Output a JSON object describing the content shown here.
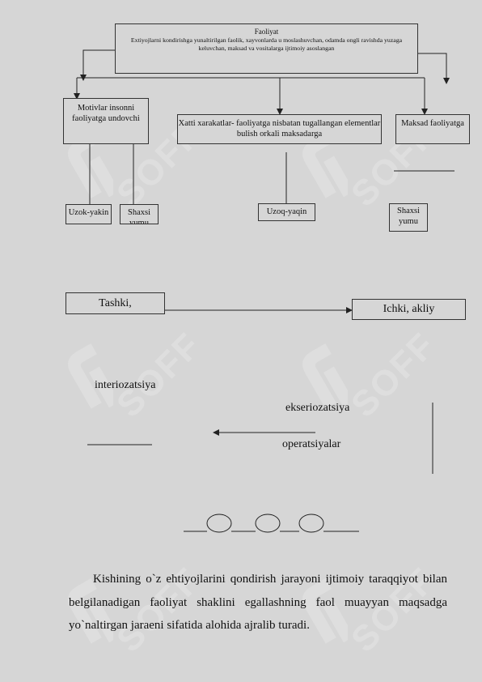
{
  "diagram": {
    "top_box": {
      "title": "Faoliyat",
      "text": "Extiyojlarni  kondirishga  yunaltirilgan faolik, xayvonlarda  u moslashuvchan, odamda ongli ravishda  yuzaga keluvchan, maksad  va  vositalarga ijtimoiy asoslangan"
    },
    "level2": {
      "left": "Motivlar  insonni faoliyatga undovchi",
      "middle": "Xatti  xarakatlar-  faoliyatga nisbatan tugallangan elementlar  bulish orkali maksadarga",
      "right": "Maksad faoliyatga"
    },
    "level3": {
      "box1": "Uzok-yakin",
      "box2": "Shaxsi yumu",
      "box3": "Uzoq-yaqin",
      "box4": "Shaxsi yumu"
    }
  },
  "process": {
    "left_box": "Tashki,",
    "right_box": "Ichki, akliy",
    "label_interiorization": "interiozatsiya",
    "label_exteriorization": "ekseriozatsiya",
    "label_operations": "operatsiyalar"
  },
  "paragraph": "Kishining o`z ehtiyojlarini qondirish jarayoni ijtimoiy taraqqiyot bilan belgilanadigan faoliyat shaklini egallashning faol muayyan maqsadga yo`naltirgan jaraeni sifatida alohida ajralib turadi.",
  "watermark": {
    "text": "SOFF",
    "color": "#e6e6e6"
  }
}
